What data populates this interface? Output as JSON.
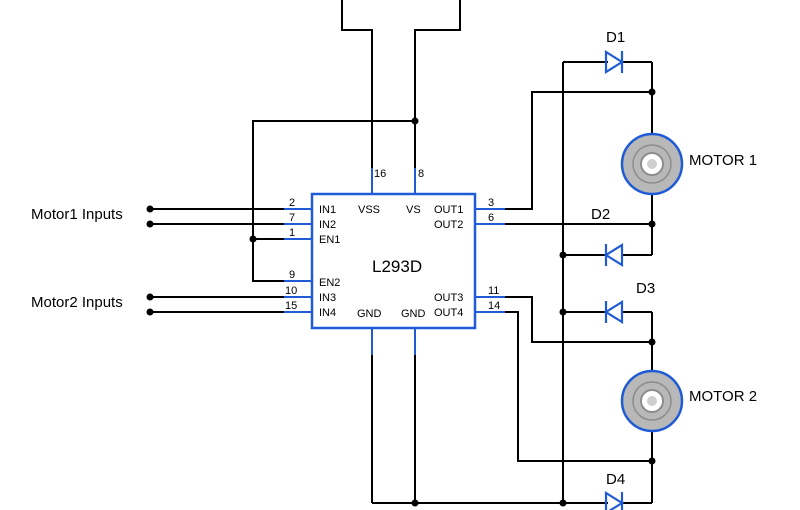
{
  "chip": {
    "name": "L293D",
    "top_pins": [
      {
        "num": "16",
        "label": "VSS"
      },
      {
        "num": "8",
        "label": "VS"
      }
    ],
    "bottom_pins": [
      {
        "label": "GND"
      },
      {
        "label": "GND"
      }
    ],
    "left_pins": [
      {
        "num": "2",
        "label": "IN1"
      },
      {
        "num": "7",
        "label": "IN2"
      },
      {
        "num": "1",
        "label": "EN1"
      },
      {
        "num": "9",
        "label": "EN2"
      },
      {
        "num": "10",
        "label": "IN3"
      },
      {
        "num": "15",
        "label": "IN4"
      }
    ],
    "right_pins": [
      {
        "num": "3",
        "label": "OUT1"
      },
      {
        "num": "6",
        "label": "OUT2"
      },
      {
        "num": "11",
        "label": "OUT3"
      },
      {
        "num": "14",
        "label": "OUT4"
      }
    ]
  },
  "inputs": {
    "motor1": "Motor1 Inputs",
    "motor2": "Motor2 Inputs"
  },
  "diodes": [
    "D1",
    "D2",
    "D3",
    "D4"
  ],
  "motors": [
    "MOTOR 1",
    "MOTOR 2"
  ],
  "colors": {
    "chip_outline": "#1f5bd6",
    "diode": "#1f5bd6",
    "motor_body": "#b8b8b8",
    "wire": "#000000"
  }
}
